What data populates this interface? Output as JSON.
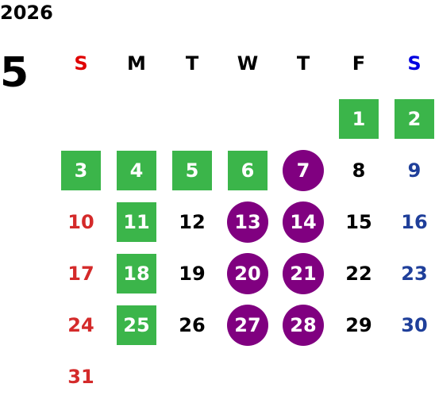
{
  "calendar": {
    "year": "2026",
    "month": "5",
    "colors": {
      "sunday": "#d42a2a",
      "saturday": "#1f3f9a",
      "green_highlight": "#3bb54a",
      "purple_highlight": "#800080"
    },
    "weekdays": [
      "S",
      "M",
      "T",
      "W",
      "T",
      "F",
      "S"
    ],
    "days": [
      {
        "label": "1",
        "style": "green"
      },
      {
        "label": "2",
        "style": "green"
      },
      {
        "label": "3",
        "style": "green"
      },
      {
        "label": "4",
        "style": "green"
      },
      {
        "label": "5",
        "style": "green"
      },
      {
        "label": "6",
        "style": "green"
      },
      {
        "label": "7",
        "style": "purple"
      },
      {
        "label": "8",
        "style": "normal"
      },
      {
        "label": "9",
        "style": "normal"
      },
      {
        "label": "10",
        "style": "normal"
      },
      {
        "label": "11",
        "style": "green"
      },
      {
        "label": "12",
        "style": "normal"
      },
      {
        "label": "13",
        "style": "purple"
      },
      {
        "label": "14",
        "style": "purple"
      },
      {
        "label": "15",
        "style": "normal"
      },
      {
        "label": "16",
        "style": "normal"
      },
      {
        "label": "17",
        "style": "normal"
      },
      {
        "label": "18",
        "style": "green"
      },
      {
        "label": "19",
        "style": "normal"
      },
      {
        "label": "20",
        "style": "purple"
      },
      {
        "label": "21",
        "style": "purple"
      },
      {
        "label": "22",
        "style": "normal"
      },
      {
        "label": "23",
        "style": "normal"
      },
      {
        "label": "24",
        "style": "normal"
      },
      {
        "label": "25",
        "style": "green"
      },
      {
        "label": "26",
        "style": "normal"
      },
      {
        "label": "27",
        "style": "purple"
      },
      {
        "label": "28",
        "style": "purple"
      },
      {
        "label": "29",
        "style": "normal"
      },
      {
        "label": "30",
        "style": "normal"
      },
      {
        "label": "31",
        "style": "normal"
      }
    ]
  }
}
